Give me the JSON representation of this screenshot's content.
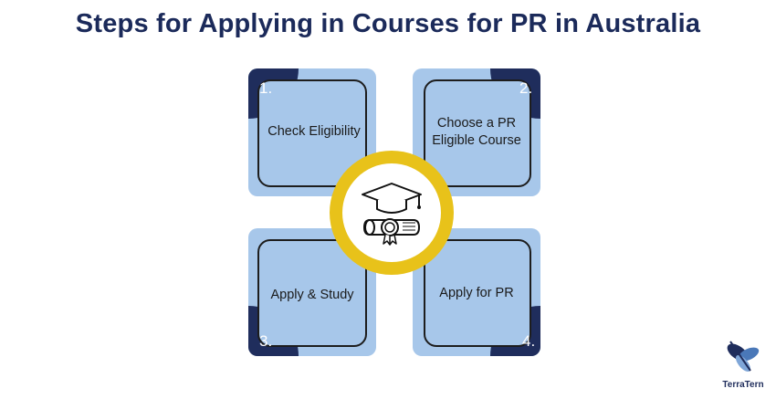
{
  "title": "Steps for Applying in Courses for PR in Australia",
  "steps": [
    {
      "number": "1.",
      "label": "Check Eligibility"
    },
    {
      "number": "2.",
      "label": "Choose a PR Eligible Course"
    },
    {
      "number": "3.",
      "label": "Apply & Study"
    },
    {
      "number": "4.",
      "label": "Apply for PR"
    }
  ],
  "center_icon": "graduation-cap-and-diploma-icon",
  "logo": {
    "text": "TerraTern",
    "icon": "dragonfly-logo-icon"
  },
  "colors": {
    "title": "#1b2a5a",
    "card": "#a7c7ea",
    "corner": "#1f2d5c",
    "ring": "#e8c21a"
  }
}
